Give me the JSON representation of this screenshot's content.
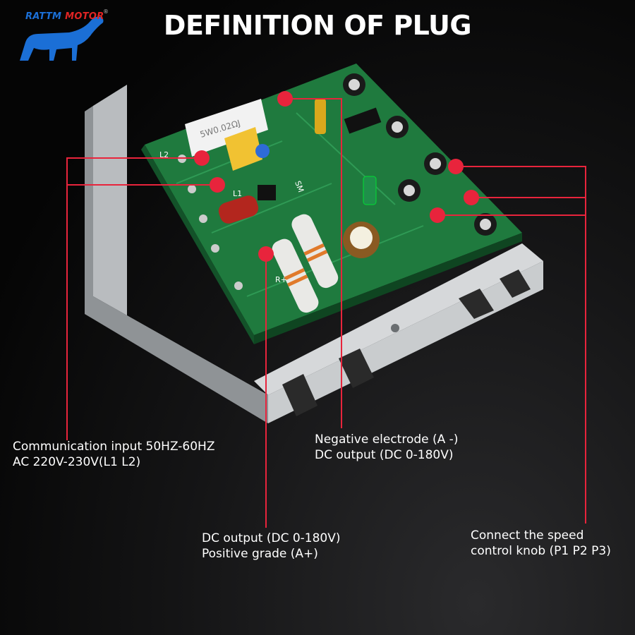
{
  "brand": {
    "name_part1": "RATTM",
    "name_part2": "MOTOR",
    "trademark": "®"
  },
  "title": "DEFINITION OF PLUG",
  "board_markings": {
    "resistor_code": "5W0.02ΩJ",
    "l1": "L1",
    "l2": "L2",
    "sm": "SM",
    "r_plus": "R+"
  },
  "labels": {
    "ac_line1": "Communication input 50HZ-60HZ",
    "ac_line2": "AC 220V-230V(L1 L2)",
    "neg_line1": "Negative electrode (A -)",
    "neg_line2": "DC output (DC 0-180V)",
    "pos_line1": "DC output (DC 0-180V)",
    "pos_line2": "Positive grade (A+)",
    "knob_line1": "Connect the speed",
    "knob_line2": "control knob (P1 P2 P3)"
  },
  "colors": {
    "accent": "#e8243c",
    "pcb": "#1f7a3e",
    "background": "#000000"
  }
}
